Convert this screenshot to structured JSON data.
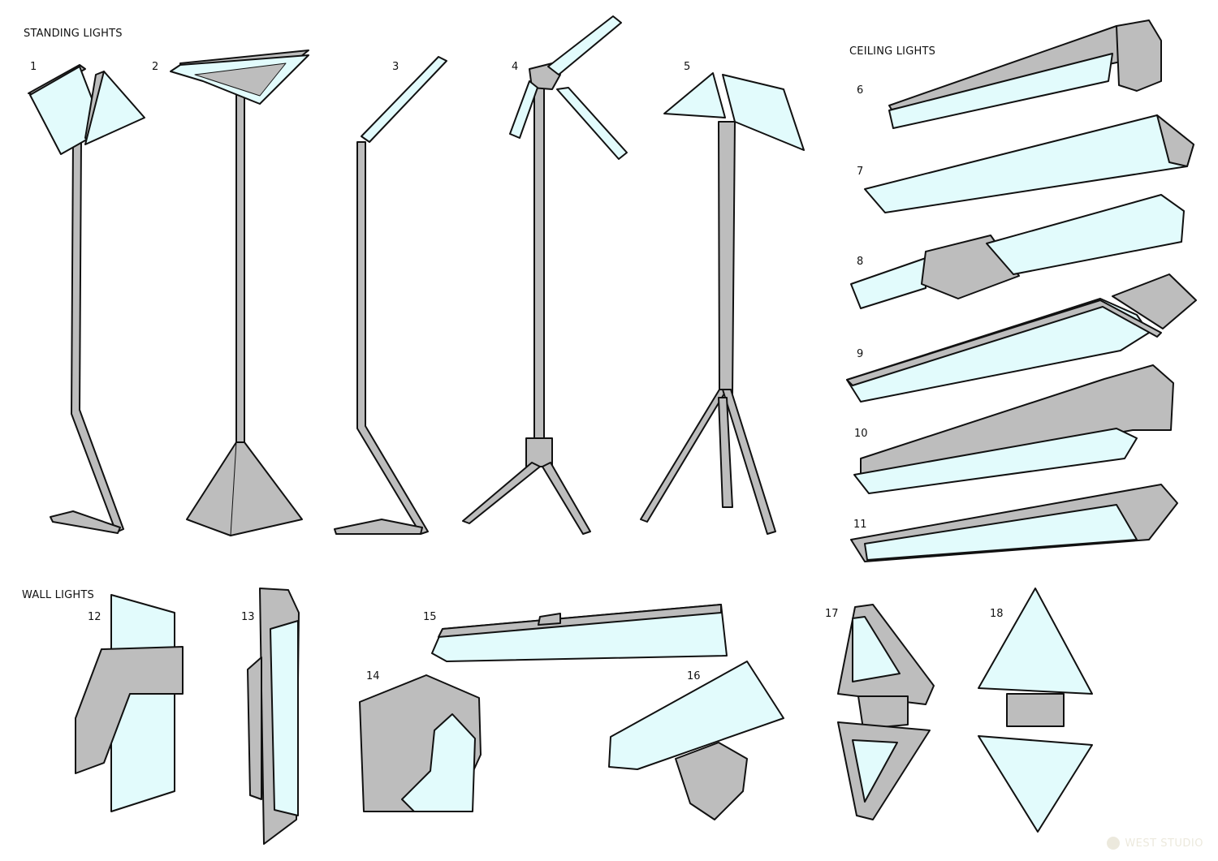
{
  "sections": {
    "standing": "STANDING LIGHTS",
    "ceiling": "CEILING LIGHTS",
    "wall": "WALL LIGHTS"
  },
  "items": [
    {
      "id": "1",
      "category": "standing"
    },
    {
      "id": "2",
      "category": "standing"
    },
    {
      "id": "3",
      "category": "standing"
    },
    {
      "id": "4",
      "category": "standing"
    },
    {
      "id": "5",
      "category": "standing"
    },
    {
      "id": "6",
      "category": "ceiling"
    },
    {
      "id": "7",
      "category": "ceiling"
    },
    {
      "id": "8",
      "category": "ceiling"
    },
    {
      "id": "9",
      "category": "ceiling"
    },
    {
      "id": "10",
      "category": "ceiling"
    },
    {
      "id": "11",
      "category": "ceiling"
    },
    {
      "id": "12",
      "category": "wall"
    },
    {
      "id": "13",
      "category": "wall"
    },
    {
      "id": "14",
      "category": "wall"
    },
    {
      "id": "15",
      "category": "wall"
    },
    {
      "id": "16",
      "category": "wall"
    },
    {
      "id": "17",
      "category": "wall"
    },
    {
      "id": "18",
      "category": "wall"
    }
  ],
  "watermark": "WEST STUDIO",
  "colors": {
    "body_gray": "#bdbdbd",
    "glass": "#e2fbfc",
    "outline": "#111111",
    "background": "#ffffff"
  }
}
